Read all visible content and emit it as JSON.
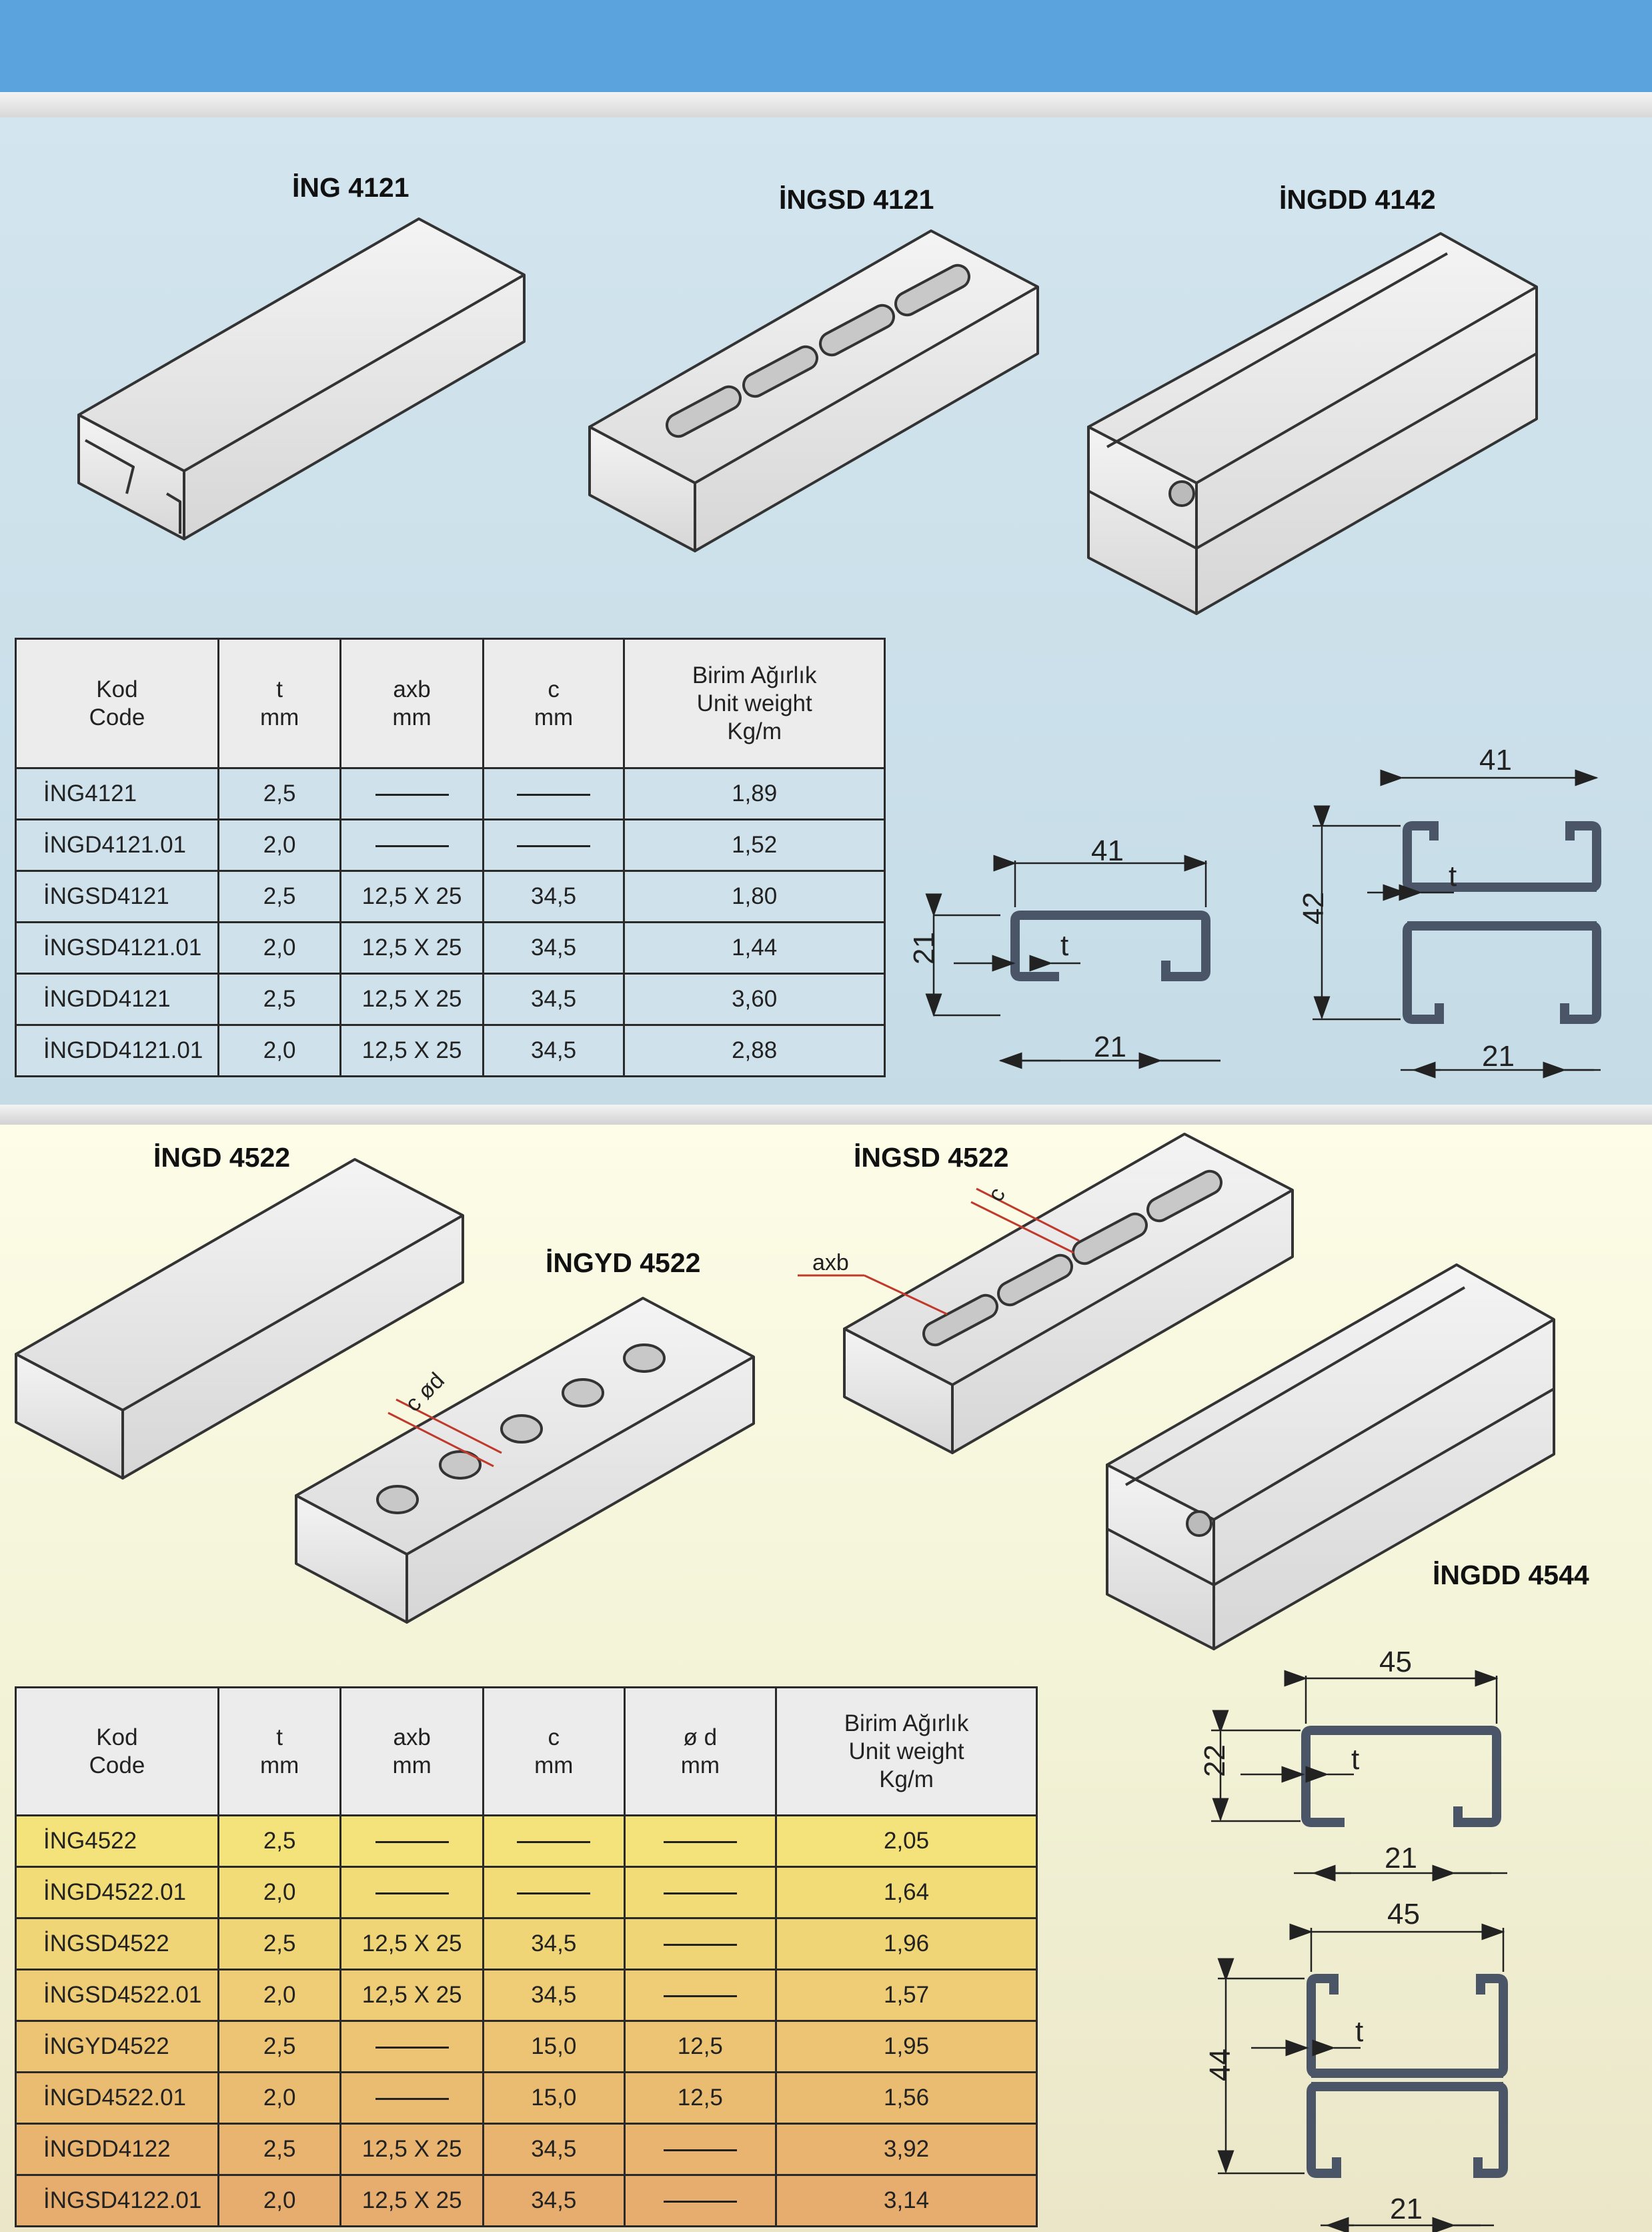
{
  "section1": {
    "products": [
      {
        "name": "İNG 4121"
      },
      {
        "name": "İNGSD 4121"
      },
      {
        "name": "İNGDD 4142"
      }
    ],
    "table": {
      "headers": [
        "Kod\nCode",
        "t\nmm",
        "axb\nmm",
        "c\nmm",
        "Birim Ağırlık\nUnit weight\nKg/m"
      ],
      "rows": [
        [
          "İNG4121",
          "2,5",
          "—",
          "—",
          "1,89"
        ],
        [
          "İNGD4121.01",
          "2,0",
          "—",
          "—",
          "1,52"
        ],
        [
          "İNGSD4121",
          "2,5",
          "12,5 X 25",
          "34,5",
          "1,80"
        ],
        [
          "İNGSD4121.01",
          "2,0",
          "12,5 X 25",
          "34,5",
          "1,44"
        ],
        [
          "İNGDD4121",
          "2,5",
          "12,5 X 25",
          "34,5",
          "3,60"
        ],
        [
          "İNGDD4121.01",
          "2,0",
          "12,5 X 25",
          "34,5",
          "2,88"
        ]
      ]
    },
    "dims": {
      "single": {
        "width": "41",
        "height": "21",
        "opening": "21",
        "t": "t"
      },
      "double": {
        "width": "41",
        "height": "42",
        "opening": "21",
        "t": "t"
      }
    }
  },
  "section2": {
    "products": [
      {
        "name": "İNGD 4522"
      },
      {
        "name": "İNGYD 4522"
      },
      {
        "name": "İNGSD 4522"
      },
      {
        "name": "İNGDD 4544"
      }
    ],
    "callouts": {
      "axb": "axb",
      "c": "c",
      "c_od": "c ød"
    },
    "table": {
      "headers": [
        "Kod\nCode",
        "t\nmm",
        "axb\nmm",
        "c\nmm",
        "ø d\nmm",
        "Birim Ağırlık\nUnit weight\nKg/m"
      ],
      "rows": [
        [
          "İNG4522",
          "2,5",
          "—",
          "—",
          "—",
          "2,05"
        ],
        [
          "İNGD4522.01",
          "2,0",
          "—",
          "—",
          "—",
          "1,64"
        ],
        [
          "İNGSD4522",
          "2,5",
          "12,5 X 25",
          "34,5",
          "—",
          "1,96"
        ],
        [
          "İNGSD4522.01",
          "2,0",
          "12,5 X 25",
          "34,5",
          "—",
          "1,57"
        ],
        [
          "İNGYD4522",
          "2,5",
          "—",
          "15,0",
          "12,5",
          "1,95"
        ],
        [
          "İNGD4522.01",
          "2,0",
          "—",
          "15,0",
          "12,5",
          "1,56"
        ],
        [
          "İNGDD4122",
          "2,5",
          "12,5 X 25",
          "34,5",
          "—",
          "3,92"
        ],
        [
          "İNGSD4122.01",
          "2,0",
          "12,5 X 25",
          "34,5",
          "—",
          "3,14"
        ]
      ],
      "row_colors": [
        "#f4e27a",
        "#f2dc78",
        "#f0d577",
        "#eecd76",
        "#ecc474",
        "#eabc72",
        "#e8b470",
        "#e6ad6e"
      ]
    },
    "dims": {
      "single": {
        "width": "45",
        "height": "22",
        "opening": "21",
        "t": "t"
      },
      "double": {
        "width": "45",
        "height": "44",
        "opening": "21",
        "t": "t"
      }
    }
  }
}
